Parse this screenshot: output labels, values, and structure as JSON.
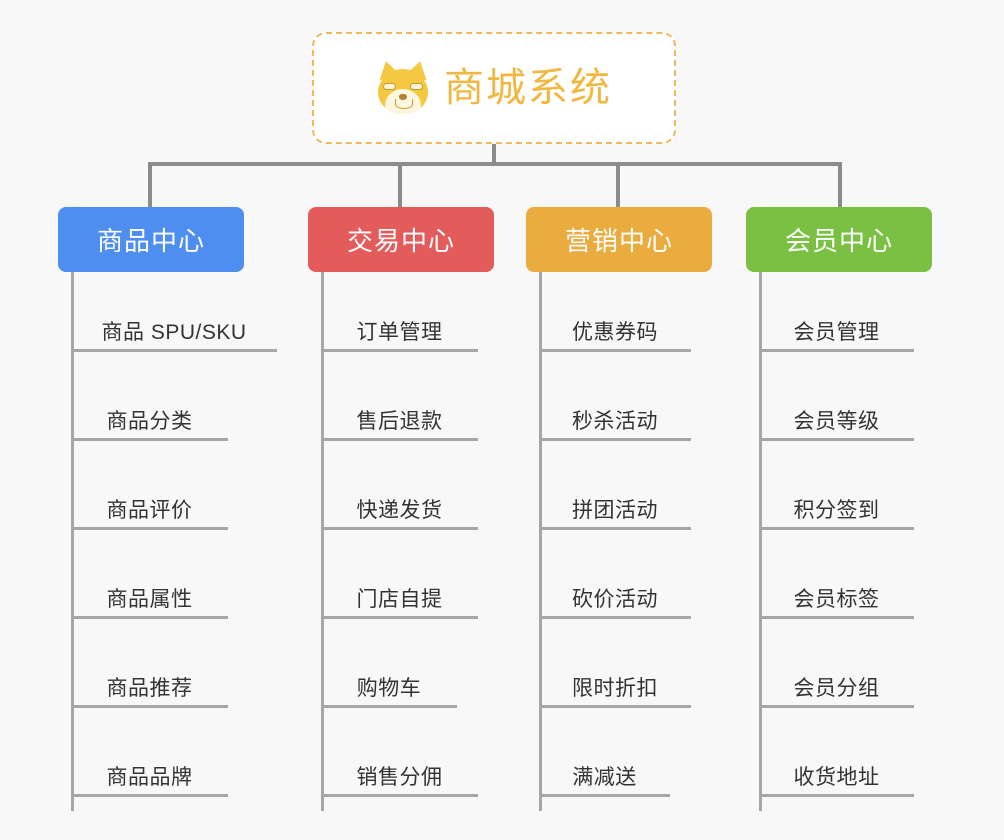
{
  "diagram": {
    "type": "organization-tree",
    "background_color": "#f8f8f8",
    "root": {
      "title": "商城系统",
      "icon": "shiba-dog-face-icon",
      "title_color": "#f0b840",
      "border_color": "#edb95e",
      "background_color": "#ffffff"
    },
    "connector_color": "#8c8c8c",
    "branches": [
      {
        "title": "商品中心",
        "color": "#4d8ef0",
        "items": [
          "商品 SPU/SKU",
          "商品分类",
          "商品评价",
          "商品属性",
          "商品推荐",
          "商品品牌"
        ]
      },
      {
        "title": "交易中心",
        "color": "#e35b5b",
        "items": [
          "订单管理",
          "售后退款",
          "快递发货",
          "门店自提",
          "购物车",
          "销售分佣"
        ]
      },
      {
        "title": "营销中心",
        "color": "#eaab3f",
        "items": [
          "优惠券码",
          "秒杀活动",
          "拼团活动",
          "砍价活动",
          "限时折扣",
          "满减送"
        ]
      },
      {
        "title": "会员中心",
        "color": "#7ac143",
        "items": [
          "会员管理",
          "会员等级",
          "积分签到",
          "会员标签",
          "会员分组",
          "收货地址"
        ]
      }
    ]
  }
}
